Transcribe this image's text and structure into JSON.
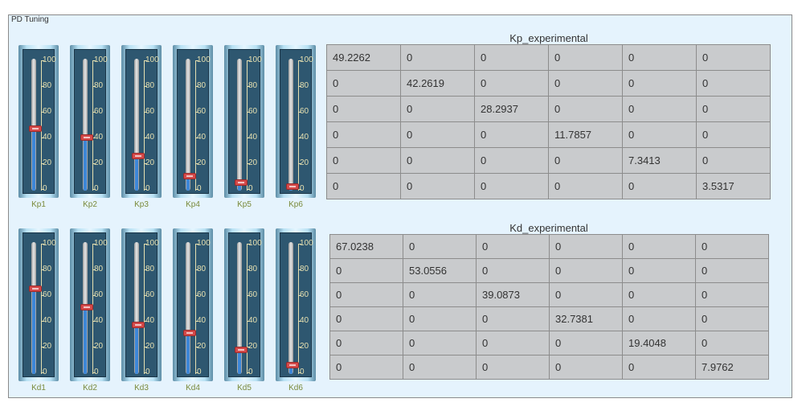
{
  "panel": {
    "title": "PD Tuning"
  },
  "ticks": [
    "100",
    "80",
    "60",
    "40",
    "20",
    "0"
  ],
  "kp_sliders": [
    {
      "label": "Kp1",
      "value": 48
    },
    {
      "label": "Kp2",
      "value": 41
    },
    {
      "label": "Kp3",
      "value": 27
    },
    {
      "label": "Kp4",
      "value": 11
    },
    {
      "label": "Kp5",
      "value": 6
    },
    {
      "label": "Kp6",
      "value": 3
    }
  ],
  "kd_sliders": [
    {
      "label": "Kd1",
      "value": 66
    },
    {
      "label": "Kd2",
      "value": 52
    },
    {
      "label": "Kd3",
      "value": 38
    },
    {
      "label": "Kd4",
      "value": 32
    },
    {
      "label": "Kd5",
      "value": 19
    },
    {
      "label": "Kd6",
      "value": 7
    }
  ],
  "kp_table": {
    "title": "Kp_experimental",
    "rows": [
      [
        "49.2262",
        "0",
        "0",
        "0",
        "0",
        "0"
      ],
      [
        "0",
        "42.2619",
        "0",
        "0",
        "0",
        "0"
      ],
      [
        "0",
        "0",
        "28.2937",
        "0",
        "0",
        "0"
      ],
      [
        "0",
        "0",
        "0",
        "11.7857",
        "0",
        "0"
      ],
      [
        "0",
        "0",
        "0",
        "0",
        "7.3413",
        "0"
      ],
      [
        "0",
        "0",
        "0",
        "0",
        "0",
        "3.5317"
      ]
    ]
  },
  "kd_table": {
    "title": "Kd_experimental",
    "rows": [
      [
        "67.0238",
        "0",
        "0",
        "0",
        "0",
        "0"
      ],
      [
        "0",
        "53.0556",
        "0",
        "0",
        "0",
        "0"
      ],
      [
        "0",
        "0",
        "39.0873",
        "0",
        "0",
        "0"
      ],
      [
        "0",
        "0",
        "0",
        "32.7381",
        "0",
        "0"
      ],
      [
        "0",
        "0",
        "0",
        "0",
        "19.4048",
        "0"
      ],
      [
        "0",
        "0",
        "0",
        "0",
        "0",
        "7.9762"
      ]
    ]
  }
}
